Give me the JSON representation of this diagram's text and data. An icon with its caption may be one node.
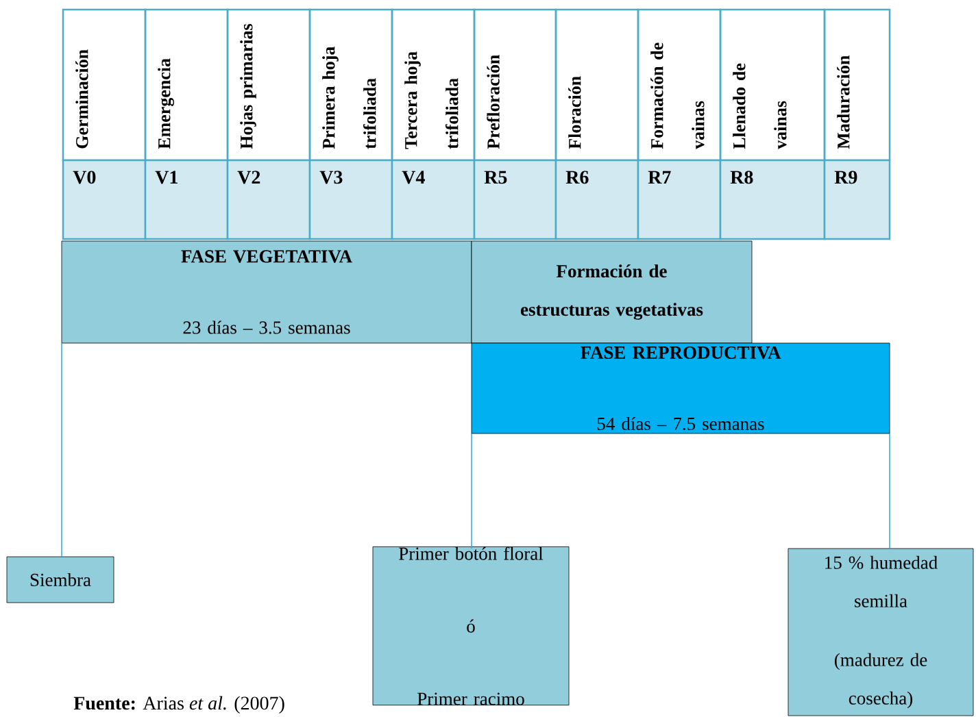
{
  "diagram": {
    "nodes": [
      {
        "text": [
          "FASE VEGETATIVA",
          "23 días – 3.5 semanas"
        ]
      },
      {
        "text": [
          "Formación de estructuras vegetativas"
        ]
      },
      {
        "text": [
          "FASE REPRODUCTIVA",
          "54 días – 7.5 semanas"
        ]
      },
      {
        "text": [
          "Siembra"
        ]
      },
      {
        "text": [
          "Primer botón floral",
          "ó",
          "Primer racimo"
        ]
      },
      {
        "text": [
          "15 % humedad semilla",
          "(madurez de cosecha)"
        ]
      }
    ],
    "edges": [
      {
        "from": 0,
        "to": 3,
        "arrow": "none"
      },
      {
        "from": 2,
        "to": 4,
        "arrow": "none"
      },
      {
        "from": 2,
        "to": 5,
        "arrow": "none"
      }
    ],
    "labels": [
      "Germinación",
      "Emergencia",
      "Hojas primarias",
      "Primera hoja trifoliada",
      "Tercera hoja trifoliada",
      "Prefloración",
      "Floración",
      "Formación de vainas",
      "Llenado de vainas",
      "Maduración",
      "V0",
      "V1",
      "V2",
      "V3",
      "V4",
      "R5",
      "R6",
      "R7",
      "R8",
      "R9",
      "**Fuente:** Arias *et al.* (2007)"
    ]
  }
}
